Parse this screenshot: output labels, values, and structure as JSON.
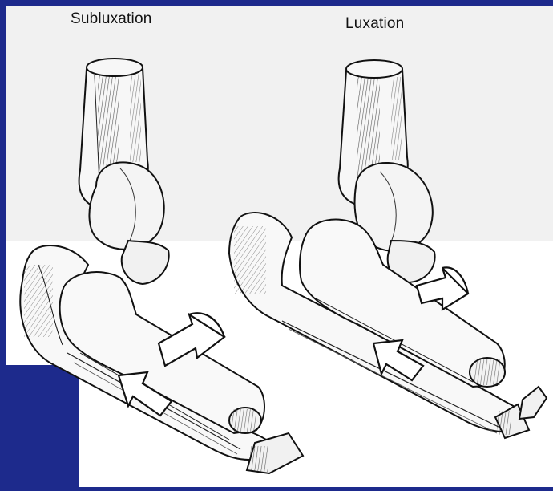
{
  "captions": {
    "left": "Subluxation",
    "right": "Luxation"
  },
  "colors": {
    "frame": "#1d2a8c",
    "panel": "#f1f1f1",
    "ink": "#111111"
  },
  "icons": {
    "left_figure": "elbow-subluxation-illustration",
    "right_figure": "elbow-luxation-illustration",
    "arrows": "displacement-arrow-icon"
  }
}
